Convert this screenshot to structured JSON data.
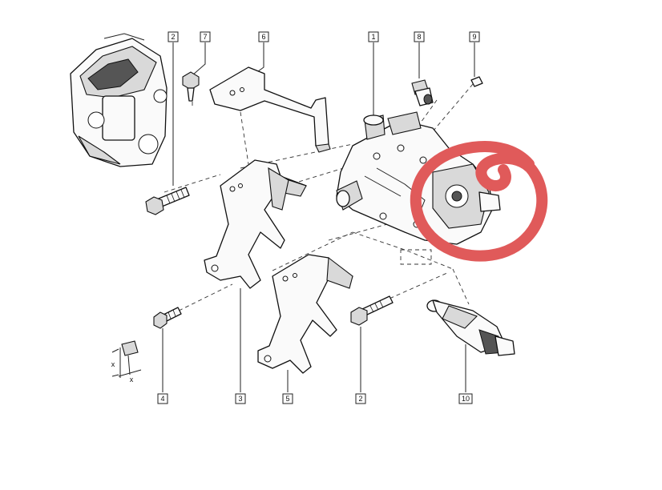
{
  "callouts": [
    {
      "id": "c2a",
      "text": "2"
    },
    {
      "id": "c7",
      "text": "7"
    },
    {
      "id": "c6",
      "text": "6"
    },
    {
      "id": "c1",
      "text": "1"
    },
    {
      "id": "c8",
      "text": "8"
    },
    {
      "id": "c9",
      "text": "9"
    },
    {
      "id": "c4",
      "text": "4"
    },
    {
      "id": "c3",
      "text": "3"
    },
    {
      "id": "c5",
      "text": "5"
    },
    {
      "id": "c2b",
      "text": "2"
    },
    {
      "id": "c10",
      "text": "10"
    }
  ],
  "colors": {
    "highlight_circle": "#e05a5a",
    "line": "#222222"
  },
  "torque_glyph": {
    "axis_x": "x",
    "axis_y": "x"
  }
}
